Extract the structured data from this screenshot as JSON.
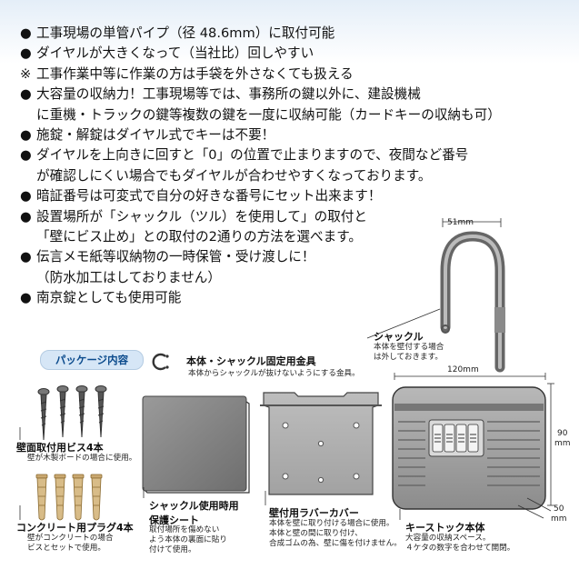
{
  "features": [
    {
      "mark": "●",
      "lines": [
        "工事現場の単管パイプ（径 48.6mm）に取付可能"
      ]
    },
    {
      "mark": "●",
      "lines": [
        "ダイヤルが大きくなって（当社比）回しやすい"
      ]
    },
    {
      "mark": "※",
      "lines": [
        "工事作業中等に作業の方は手袋を外さなくても扱える"
      ]
    },
    {
      "mark": "●",
      "lines": [
        "大容量の収納力！工事現場等では、事務所の鍵以外に、建設機械",
        "に重機・トラックの鍵等複数の鍵を一度に収納可能（カードキーの収納も可）"
      ]
    },
    {
      "mark": "●",
      "lines": [
        "施錠・解錠はダイヤル式でキーは不要！"
      ]
    },
    {
      "mark": "●",
      "lines": [
        "ダイヤルを上向きに回すと「0」の位置で止まりますので、夜間など番号",
        "が確認しにくい場合でもダイヤルが合わせやすくなっております。"
      ]
    },
    {
      "mark": "●",
      "lines": [
        "暗証番号は可変式で自分の好きな番号にセット出来ます！"
      ]
    },
    {
      "mark": "●",
      "lines": [
        "設置場所が「シャックル（ツル）を使用して」の取付と",
        "「壁にビス止め」との取付の2通りの方法を選べます。"
      ]
    },
    {
      "mark": "●",
      "lines": [
        "伝言メモ紙等収納物の一時保管・受け渡しに！",
        "（防水加工はしておりません）"
      ]
    },
    {
      "mark": "●",
      "lines": [
        "南京錠としても使用可能"
      ]
    }
  ],
  "package": {
    "badge": "パッケージ内容",
    "clip": {
      "title": "本体・シャックル固定用金具",
      "note": "本体からシャックルが抜けないようにする金具。"
    },
    "screws": {
      "title": "壁面取付用ビス4本",
      "note": "壁が木製ボードの場合に使用。"
    },
    "plugs": {
      "title": "コンクリート用プラグ4本",
      "note": [
        "壁がコンクリートの場合",
        "ビスとセットで使用。"
      ]
    },
    "sheet": {
      "title": [
        "シャックル使用時用",
        "保護シート"
      ],
      "note": [
        "取付場所を傷めない",
        "よう本体の裏面に貼り",
        "付けて使用。"
      ]
    },
    "rubber": {
      "title": "壁付用ラバーカバー",
      "note": [
        "本体を壁に取り付ける場合に使用。",
        "本体と壁の間に取り付け、",
        "合成ゴムの為、壁に傷を付けません。"
      ]
    },
    "body": {
      "title": "キーストック本体",
      "note": [
        "大容量の収納スペース。",
        "４ケタの数字を合わせて開閉。"
      ]
    },
    "shackle": {
      "title": "シャックル",
      "note": [
        "本体を壁付する場合",
        "は外しておきます。"
      ]
    }
  },
  "dimensions": {
    "shackle_width": "51mm",
    "body_width": "120mm",
    "body_height": [
      "90",
      "mm"
    ],
    "body_depth": [
      "50",
      "mm"
    ]
  }
}
